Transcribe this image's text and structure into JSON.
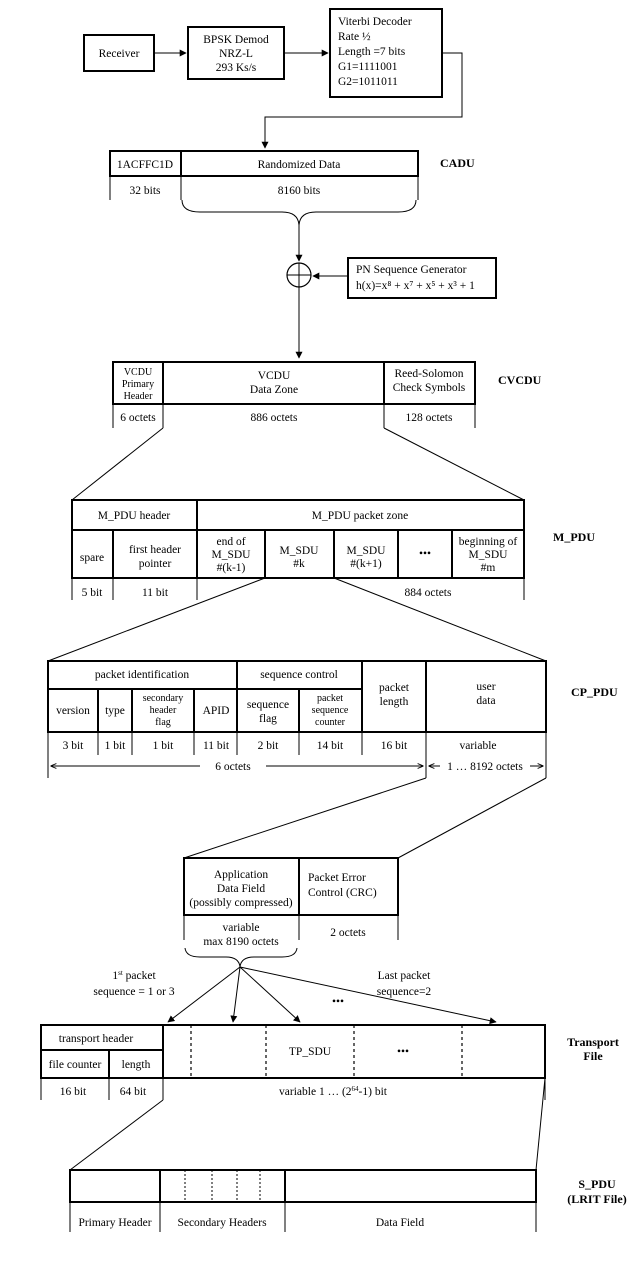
{
  "chain": {
    "receiver": "Receiver",
    "demod": [
      "BPSK Demod",
      "NRZ-L",
      "293 Ks/s"
    ],
    "viterbi": [
      "Viterbi Decoder",
      "Rate ½",
      "Length =7 bits",
      "G1=1111001",
      "G2=1011011"
    ]
  },
  "cadu": {
    "label": "CADU",
    "sync": "1ACFFC1D",
    "data": "Randomized Data",
    "sync_size": "32 bits",
    "data_size": "8160 bits"
  },
  "pn": {
    "title": "PN Sequence Generator",
    "poly": "h(x)=x⁸ + x⁷ + x⁵ + x³ + 1"
  },
  "cvcdu": {
    "label": "CVCDU",
    "header": [
      "VCDU",
      "Primary",
      "Header"
    ],
    "zone": [
      "VCDU",
      "Data Zone"
    ],
    "rs": [
      "Reed-Solomon",
      "Check Symbols"
    ],
    "sizes": [
      "6 octets",
      "886 octets",
      "128 octets"
    ]
  },
  "mpdu": {
    "label": "M_PDU",
    "header": "M_PDU header",
    "zone": "M_PDU packet zone",
    "spare": "spare",
    "fhp": [
      "first header",
      "pointer"
    ],
    "end": [
      "end of",
      "M_SDU",
      "#(k-1)"
    ],
    "sdu_k": [
      "M_SDU",
      "#k"
    ],
    "sdu_k1": [
      "M_SDU",
      "#(k+1)"
    ],
    "ellipsis": "•••",
    "begin": [
      "beginning of",
      "M_SDU",
      "#m"
    ],
    "sizes": [
      "5 bit",
      "11 bit",
      "884 octets"
    ]
  },
  "cppdu": {
    "label": "CP_PDU",
    "pid": "packet identification",
    "seq": "sequence control",
    "plen": [
      "packet",
      "length"
    ],
    "udata": [
      "user",
      "data"
    ],
    "version": "version",
    "type": "type",
    "shf": [
      "secondary",
      "header",
      "flag"
    ],
    "apid": "APID",
    "sflag": [
      "sequence",
      "flag"
    ],
    "ssc": [
      "packet",
      "sequence",
      "counter"
    ],
    "sizes": [
      "3 bit",
      "1 bit",
      "1 bit",
      "11 bit",
      "2 bit",
      "14 bit",
      "16 bit",
      "variable"
    ],
    "span_left": "6 octets",
    "span_right": "1 … 8192 octets"
  },
  "app": {
    "field": [
      "Application",
      "Data Field",
      "(possibly compressed)"
    ],
    "crc": [
      "Packet Error",
      "Control (CRC)"
    ],
    "size_field": [
      "variable",
      "max 8190 octets"
    ],
    "size_crc": "2 octets"
  },
  "seq": {
    "first": [
      "1st packet",
      "sequence = 1 or 3"
    ],
    "last": [
      "Last packet",
      "sequence=2"
    ],
    "dots": "•••"
  },
  "transport": {
    "label": [
      "Transport",
      "File"
    ],
    "header": "transport header",
    "fcounter": "file counter",
    "length": "length",
    "tpsdu": "TP_SDU",
    "dots": "•••",
    "sizes": [
      "16 bit",
      "64 bit"
    ],
    "variable": "variable  1 … (2⁶⁴-1) bit"
  },
  "spdu": {
    "label": [
      "S_PDU",
      "(LRIT File)"
    ],
    "primary": "Primary Header",
    "secondary": "Secondary Headers",
    "data": "Data Field"
  }
}
